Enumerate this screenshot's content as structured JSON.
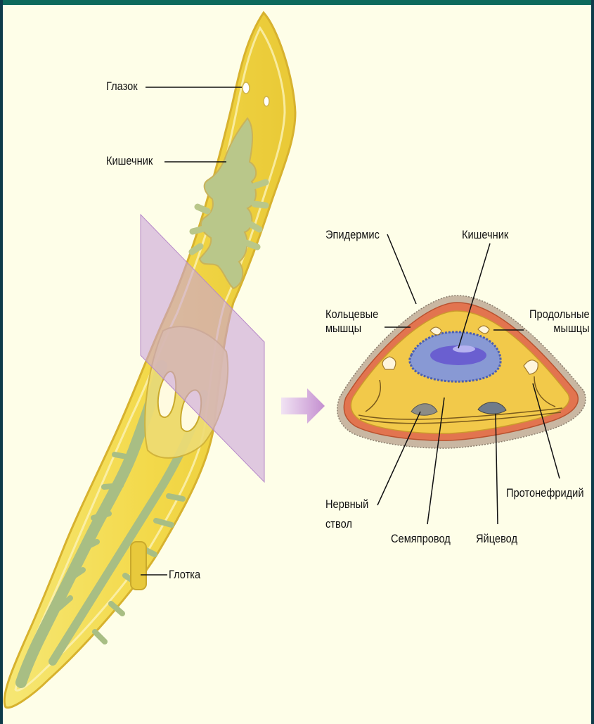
{
  "colors": {
    "top_bar": "#0d6a5c",
    "edge": "#0d3b4a",
    "background": "#fefee8",
    "body_fill": "#f3dc53",
    "body_edge": "#d8b934",
    "intestine": "#b7c38a",
    "section_plane": "#c9a3d9",
    "arrow": "#c79ad3",
    "gut_cells": "#7f8fd0",
    "muscle": "#de6a4a",
    "epidermis": "#c9b7a2"
  },
  "labels": {
    "eye": "Глазок",
    "intestine_left": "Кишечник",
    "pharynx": "Глотка",
    "epidermis": "Эпидермис",
    "intestine_right": "Кишечник",
    "ring_muscles_1": "Кольцевые",
    "ring_muscles_2": "мышцы",
    "long_muscles_1": "Продольные",
    "long_muscles_2": "мышцы",
    "nerve_cord_1": "Нервный",
    "nerve_cord_2": "ствол",
    "sperm_duct": "Семяпровод",
    "oviduct": "Яйцевод",
    "protonephridium": "Протонефридий"
  }
}
